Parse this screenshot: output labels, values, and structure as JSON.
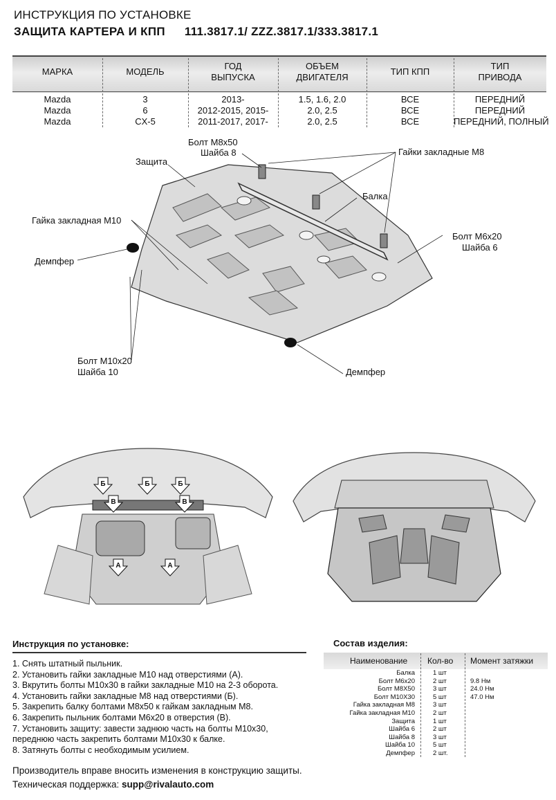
{
  "header": {
    "line1": "ИНСТРУКЦИЯ ПО УСТАНОВКЕ",
    "line2_title": "ЗАЩИТА КАРТЕРА И КПП",
    "line2_codes": "111.3817.1/ ZZZ.3817.1/333.3817.1"
  },
  "vehicle_table": {
    "headers": [
      "МАРКА",
      "МОДЕЛЬ",
      "ГОД\nВЫПУСКА",
      "ОБЪЕМ\nДВИГАТЕЛЯ",
      "ТИП КПП",
      "ТИП\nПРИВОДА"
    ],
    "rows": [
      [
        "Mazda",
        "3",
        "2013-",
        "1.5, 1.6, 2.0",
        "ВСЕ",
        "ПЕРЕДНИЙ"
      ],
      [
        "Mazda",
        "6",
        "2012-2015, 2015-",
        "2.0, 2.5",
        "ВСЕ",
        "ПЕРЕДНИЙ"
      ],
      [
        "Mazda",
        "CX-5",
        "2011-2017, 2017-",
        "2.0, 2.5",
        "ВСЕ",
        "ПЕРЕДНИЙ, ПОЛНЫЙ"
      ]
    ]
  },
  "diagram_labels": {
    "bolt_m8x50": "Болт М8х50",
    "washer_8": "Шайба 8",
    "guard": "Защита",
    "nuts_m8": "Гайки закладные М8",
    "beam": "Балка",
    "nut_m10": "Гайка закладная М10",
    "bolt_m6x20": "Болт М6х20",
    "washer_6": "Шайба 6",
    "damper_left": "Демпфер",
    "bolt_m10x20": "Болт М10х20",
    "washer_10": "Шайба 10",
    "damper_bottom": "Демпфер"
  },
  "photo_markers": {
    "b": "Б",
    "v": "В",
    "a": "А"
  },
  "instructions": {
    "title": "Инструкция по установке:",
    "steps": [
      "1. Снять штатный пыльник.",
      "2. Установить гайки закладные М10 над отверстиями (А).",
      "3. Вкрутить болты М10х30 в гайки закладные М10 на 2-3 оборота.",
      "4. Установить гайки закладные М8 над отверстиями (Б).",
      "5. Закрепить балку болтами М8х50 к гайкам закладным М8.",
      "6. Закрепить пыльник болтами М6х20 в отверстия (В).",
      "7. Установить защиту: завести заднюю часть на болты М10х30,",
      "переднюю часть закрепить болтами М10х30 к балке.",
      "8. Затянуть болты с необходимым усилием."
    ]
  },
  "parts": {
    "title": "Состав изделия:",
    "headers": [
      "Наименование",
      "Кол-во",
      "Момент затяжки"
    ],
    "rows": [
      [
        "Балка",
        "1 шт",
        ""
      ],
      [
        "Болт М6х20",
        "2 шт",
        "9.8 Нм"
      ],
      [
        "Болт М8Х50",
        "3 шт",
        "24.0 Нм"
      ],
      [
        "Болт М10Х30",
        "5 шт",
        "47.0 Нм"
      ],
      [
        "Гайка закладная М8",
        "3 шт",
        ""
      ],
      [
        "Гайка закладная М10",
        "2 шт",
        ""
      ],
      [
        "Защита",
        "1 шт",
        ""
      ],
      [
        "Шайба 6",
        "2 шт",
        ""
      ],
      [
        "Шайба 8",
        "3 шт",
        ""
      ],
      [
        "Шайба 10",
        "5 шт",
        ""
      ],
      [
        "Демпфер",
        "2 шт.",
        ""
      ]
    ]
  },
  "footer": {
    "notice": "Производитель вправе вносить изменения в конструкцию защиты.",
    "support_label": "Техническая поддержка: ",
    "support_email": "supp@rivalauto.com"
  }
}
